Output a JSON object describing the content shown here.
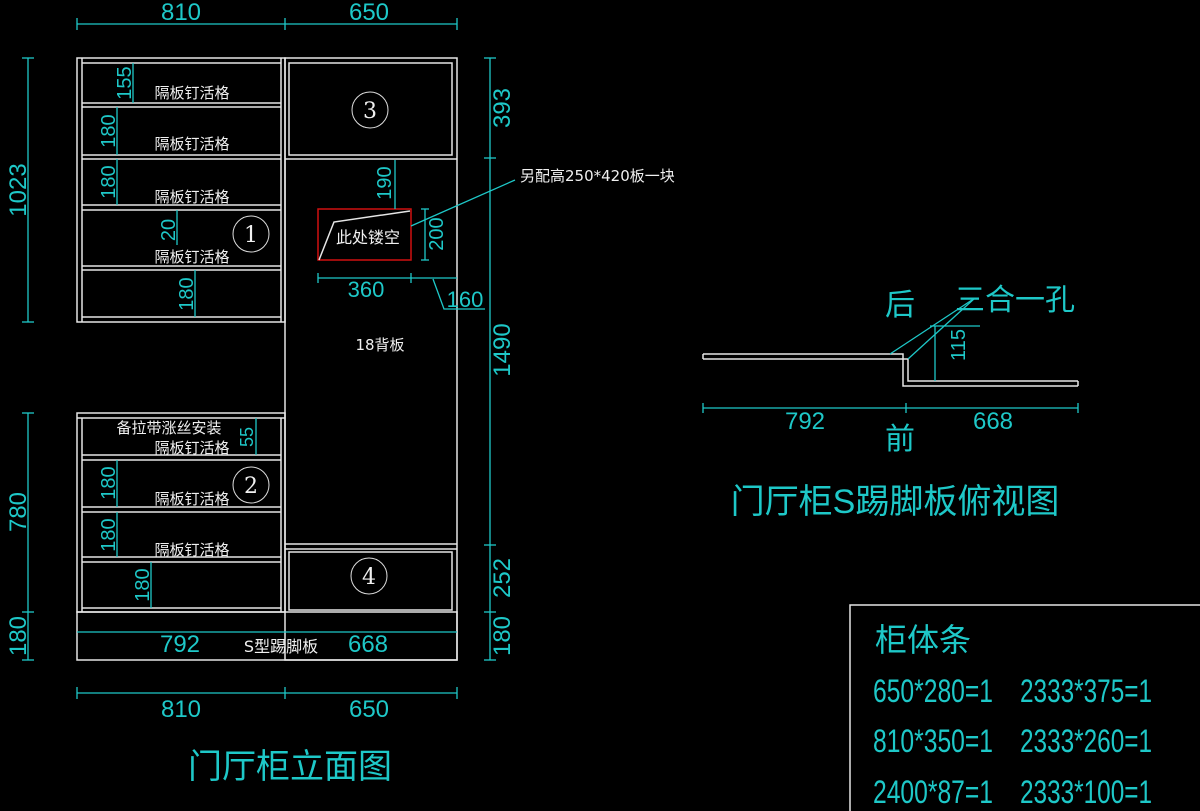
{
  "elevation": {
    "title": "门厅柜立面图",
    "top_dims": [
      "810",
      "650"
    ],
    "bottom_dims": [
      "810",
      "650"
    ],
    "left_dims": [
      "1023",
      "780",
      "180"
    ],
    "right_dims": [
      "393",
      "1490",
      "252",
      "180"
    ],
    "shelf_label": "隔板钉活格",
    "shelf_dims_upper": [
      "155",
      "180",
      "180",
      "20",
      "180"
    ],
    "shelf_dims_lower": [
      "55",
      "180",
      "180",
      "180"
    ],
    "install_note": "备拉带涨丝安装",
    "back_panel": "18背板",
    "hollow_label": "此处镂空",
    "extra_panel_note": "另配高250*420板一块",
    "hollow_dims": [
      "190",
      "200",
      "360",
      "160"
    ],
    "kick_label": "S型踢脚板",
    "kick_dims": [
      "792",
      "668"
    ],
    "sections": [
      "1",
      "2",
      "3",
      "4"
    ]
  },
  "top_view": {
    "title": "门厅柜S踢脚板俯视图",
    "back": "后",
    "front": "前",
    "hole_note": "三合一孔",
    "step_dim": "115",
    "dims": [
      "792",
      "668"
    ]
  },
  "cabinet_strips": {
    "title": "柜体条",
    "rows": [
      [
        "650*280=1",
        "2333*375=1"
      ],
      [
        "810*350=1",
        "2333*260=1"
      ],
      [
        "2400*87=1",
        "2333*100=1"
      ]
    ]
  }
}
